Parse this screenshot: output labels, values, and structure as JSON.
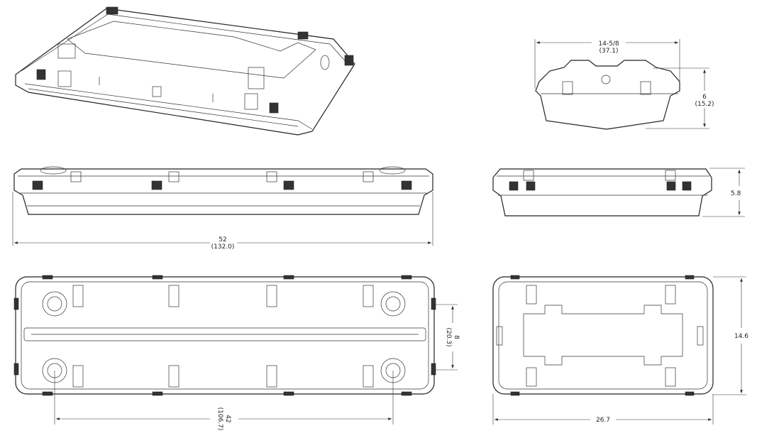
{
  "dimensions": {
    "end_width": {
      "value": "14-5/8",
      "metric": "(37.1)"
    },
    "end_height": {
      "value": "6",
      "metric": "(15.2)"
    },
    "side_height": {
      "value": "5.8"
    },
    "overall_length": {
      "value": "52",
      "metric": "(132.0)"
    },
    "mount_spacing_short": {
      "value": "8",
      "metric": "(20.3)"
    },
    "mount_spacing_long": {
      "value": "42",
      "metric": "(106.7)"
    },
    "bottom_depth": {
      "value": "14.6"
    },
    "bottom_width": {
      "value": "26.7"
    }
  }
}
